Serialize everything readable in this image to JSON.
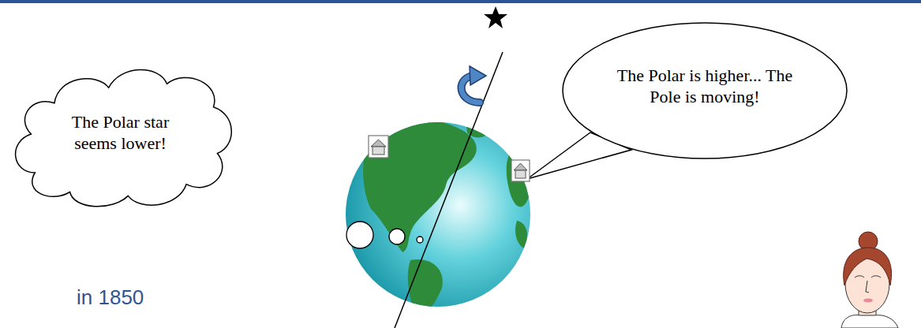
{
  "diagram": {
    "nodes": [
      {
        "text": [
          "The Polar star seems lower!"
        ]
      },
      {
        "text": [
          "The Polar is higher... The Pole is moving!"
        ]
      }
    ],
    "labels": [
      "in 1850"
    ]
  }
}
